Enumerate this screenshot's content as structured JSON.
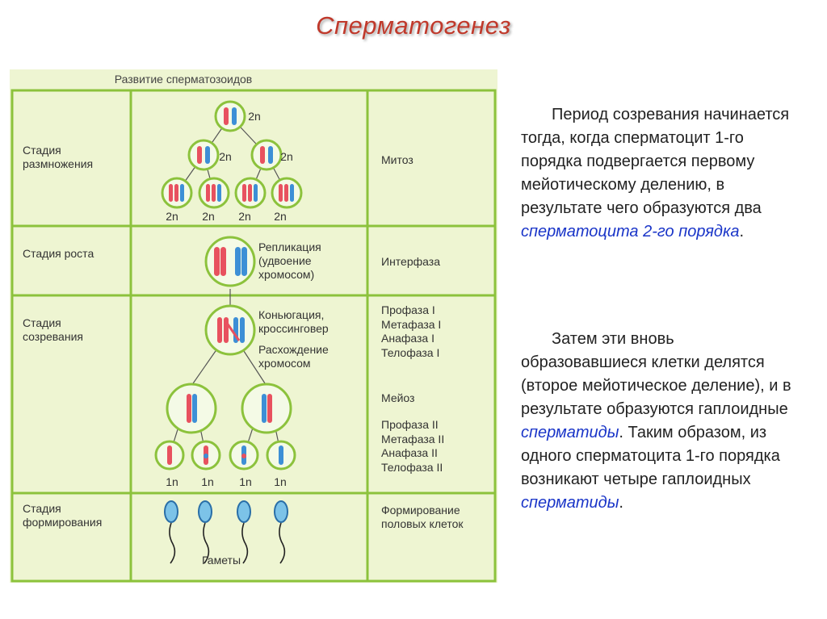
{
  "title": "Сперматогенез",
  "figure": {
    "title": "Развитие сперматозоидов",
    "rows": [
      {
        "stage": "Стадия размножения",
        "process": "Митоз"
      },
      {
        "stage": "Стадия роста",
        "process": "Интерфаза"
      },
      {
        "stage": "Стадия созревания",
        "process": "Профаза I\nМетафаза I\nАнафаза I\nТелофаза I"
      },
      {
        "stage": "Стадия формирования",
        "process": "Формирование половых клеток"
      }
    ],
    "meiosis_label": "Мейоз",
    "meiosis2_phases": "Профаза II\nМетафаза II\nАнафаза II\nТелофаза II",
    "replication_note": "Репликация (удвоение хромосом)",
    "conjugation_note": "Коньюгация, кроссинговер",
    "divergence_note": "Расхождение хромосом",
    "ploidy": {
      "top": "2n",
      "second_left": "2n",
      "second_right": "2n",
      "row3": [
        "2n",
        "2n",
        "2n",
        "2n"
      ],
      "row_bottom": [
        "1n",
        "1n",
        "1n",
        "1n"
      ]
    },
    "gametes_label": "Гаметы",
    "colors": {
      "background": "#eef5d2",
      "grid": "#8cc23c",
      "chromosome_red": "#e8515f",
      "chromosome_blue": "#3d8fd6",
      "cell_fill": "#f4fae6"
    }
  },
  "text": {
    "p1_before": "Период созревания начинается тогда, когда сперматоцит 1-го порядка подвергается первому мейотическому делению, в результате чего образуются два ",
    "p1_highlight": "сперматоцита 2-го порядка",
    "p1_after": ".",
    "p2_before": "Затем эти вновь образовавшиеся клетки делятся (второе мейотическое деление), и в результате образуются гаплоидные ",
    "p2_highlight1": "сперматиды",
    "p2_middle": ". Таким образом, из одного сперматоцита 1-го порядка возникают четыре гаплоидных ",
    "p2_highlight2": "сперматиды",
    "p2_after": ".",
    "highlight_color": "#1a35c8"
  }
}
